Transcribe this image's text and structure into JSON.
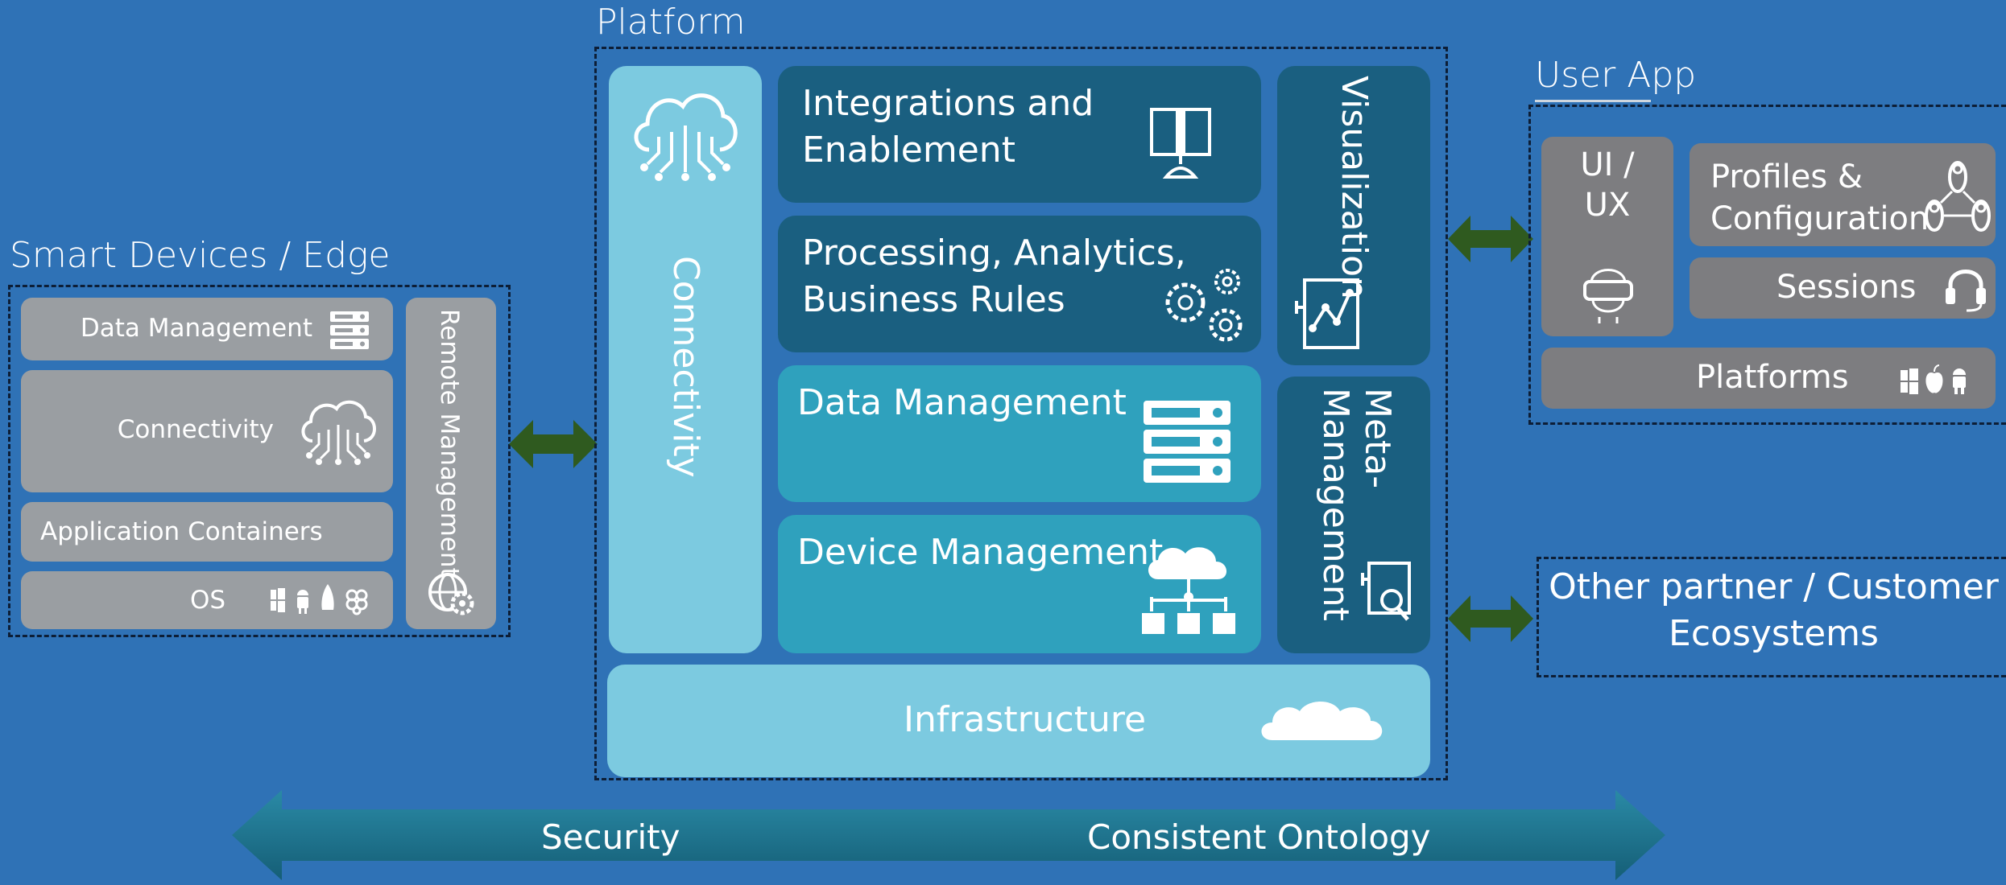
{
  "smart_devices": {
    "title": "Smart Devices / Edge",
    "data_management": "Data Management",
    "connectivity": "Connectivity",
    "application_containers": "Application Containers",
    "os": "OS",
    "remote_management": "Remote Management"
  },
  "platform": {
    "title": "Platform",
    "connectivity": "Connectivity",
    "integrations_line1": "Integrations and",
    "integrations_line2": "Enablement",
    "processing_line1": "Processing, Analytics,",
    "processing_line2": "Business Rules",
    "data_management": "Data Management",
    "device_management": "Device Management",
    "visualization": "Visualization",
    "meta_line1": "Meta-",
    "meta_line2": "Management",
    "infrastructure": "Infrastructure"
  },
  "user_app": {
    "title": "User App",
    "ui_line1": "UI /",
    "ui_line2": "UX",
    "profiles_line1": "Profiles &",
    "profiles_line2": "Configuration",
    "sessions": "Sessions",
    "platforms": "Platforms"
  },
  "partner": {
    "line1": "Other partner / Customer",
    "line2": "Ecosystems"
  },
  "bottom": {
    "security": "Security",
    "ontology": "Consistent Ontology"
  },
  "colors": {
    "background": "#2f72b6",
    "navy_block": "#1a5f80",
    "teal_block": "#2fa1bd",
    "light_block": "#7ccae0",
    "gray_block": "#9a9ea2",
    "arrow_green": "#2f5a1f",
    "bottom_arrow": "#1d6c86"
  }
}
